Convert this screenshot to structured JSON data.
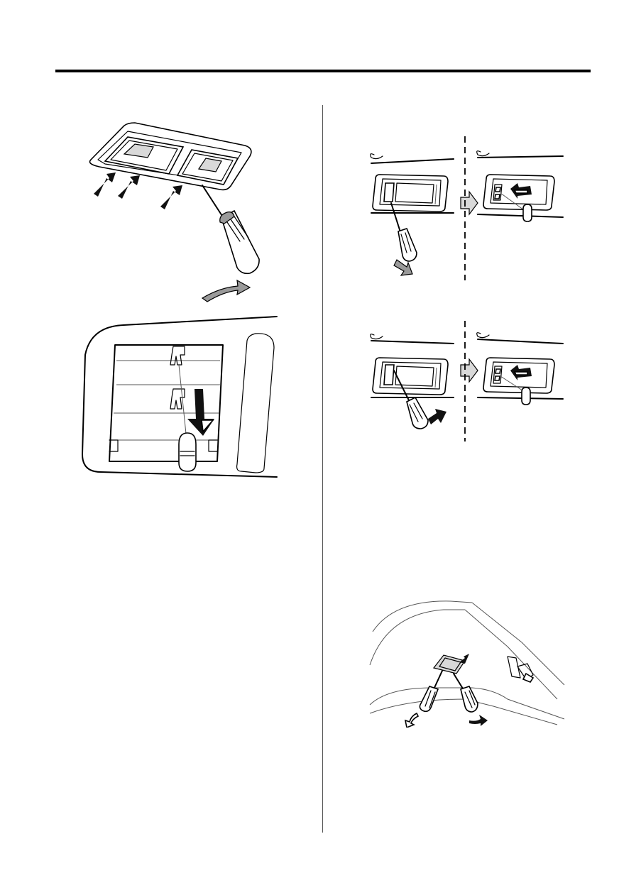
{
  "page": {
    "figures": [
      {
        "icon": "overhead-lamp-lens-pry-illustration"
      },
      {
        "icon": "overhead-lamp-bulb-replacement-illustration"
      },
      {
        "icon": "courtesy-lamp-lens-pry-down-illustration"
      },
      {
        "icon": "courtesy-lamp-lens-pry-sideways-illustration"
      },
      {
        "icon": "cargo-lamp-lens-removal-illustration"
      }
    ]
  }
}
